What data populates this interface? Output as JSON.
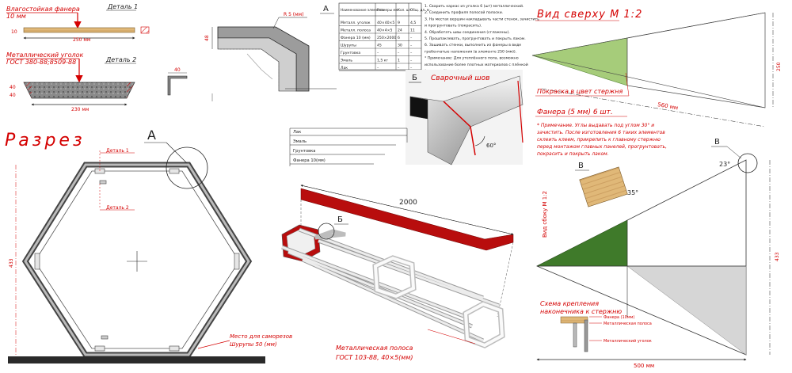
{
  "colors": {
    "accent": "#d40000",
    "line": "#222222",
    "wood": "#c89a5a",
    "green": "#8cbf5a",
    "dark_green": "#3f7a2a",
    "grey": "#d8d8d8"
  },
  "top_left": {
    "plywood_label_1": "Влагостойкая фанера",
    "plywood_label_2": "10 мм",
    "detail1_title": "Деталь 1",
    "detail1_dim": "250 мм",
    "detail1_thick": "10",
    "angle_label_1": "Металлический уголок",
    "angle_label_2": "ГОСТ 380-88;8509-88",
    "detail2_title": "Деталь 2",
    "detail2_dim": "230 мм",
    "detail2_h1": "40",
    "detail2_h2": "40",
    "detail2_w": "40"
  },
  "section": {
    "title": "Разрез",
    "callout_a": "А",
    "leader_detail1": "Деталь 1",
    "leader_detail2": "Деталь 2",
    "height_dim": "433",
    "screw_1": "Место для саморезов",
    "screw_2": "Шурупы 50 (мм)"
  },
  "detail_a": {
    "letter": "А",
    "radius": "R 5 (мм)",
    "dim_48": "48"
  },
  "table": {
    "headers": [
      "Наименование элемента",
      "Размеры мм",
      "Кол. шт.",
      "Общ. дл. м"
    ],
    "rows": [
      [
        "Металл. уголок",
        "40×40×5",
        "9",
        "4,5"
      ],
      [
        "Металл. полоса",
        "40×4×5",
        "24",
        "11"
      ],
      [
        "Фанера 10 (мм)",
        "250×2000",
        "6",
        "–"
      ],
      [
        "Шурупы",
        "45",
        "30",
        "–"
      ],
      [
        "Грунтовка",
        "–",
        "–",
        "–"
      ],
      [
        "Эмаль",
        "1,5 кг",
        "1",
        "–"
      ],
      [
        "Лак",
        "–",
        "–",
        "–"
      ]
    ],
    "notes": [
      "1. Сварить каркас из уголка 6 (шт) металлический.",
      "2. Соединить профиля полосой полоски.",
      "3. На местах вершин накладывать части стенок, зачистить",
      "   и прогрунтовать (покрасить).",
      "4. Обработать швы соединения (сглажены).",
      "5. Прошпаклевать, прогрунтовать и покрыть лаком.",
      "6. Зашивать стенки, выполнить из фанеры в виде",
      "   гребенчатые наложения (в элементе 250 (мм)).",
      "* Примечание: Для утеплённого пола, возможно",
      "   использование более плотных материалов с плёнкой",
      "   (толщиной) и др.)"
    ]
  },
  "view_b": {
    "letter": "Б",
    "weld_label": "Сварочный шов",
    "angle": "60°"
  },
  "layers": {
    "labels": [
      "Лак",
      "Эмаль",
      "Грунтовка",
      "Фанера 10(мм)"
    ]
  },
  "iso": {
    "length_dim": "2000",
    "letter_b": "Б",
    "strip_1": "Металлическая полоса",
    "strip_2": "ГОСТ 103-88, 40×5(мм)"
  },
  "top_view": {
    "title": "Вид сверху М 1:2",
    "paint_label": "Покраска в цвет стержня",
    "dim_560": "560 мм",
    "dim_250": "250",
    "plywood_label": "Фанера (5 мм) 6 шт.",
    "note": [
      "* Примечание. Углы выдавать под углом 30° и",
      "зачистить. После изготовления 6 таких элементов",
      "склеить клеем, прикрепить к главному стержню",
      "перед монтажом главных панелей, прогрунтовать,",
      "покрасить и покрыть лаком."
    ]
  },
  "side_view": {
    "letter_v_1": "В",
    "letter_v_2": "В",
    "angle_23": "23°",
    "angle_35": "35°",
    "side_label": "Вид сбоку М 1:2",
    "dim_433": "433",
    "dim_500": "500 мм",
    "scheme_1": "Схема крепления",
    "scheme_2": "наконечника к стержню",
    "legend": [
      "Фанера (10мм)",
      "Металлическая полоса",
      "Металлический уголок"
    ]
  }
}
